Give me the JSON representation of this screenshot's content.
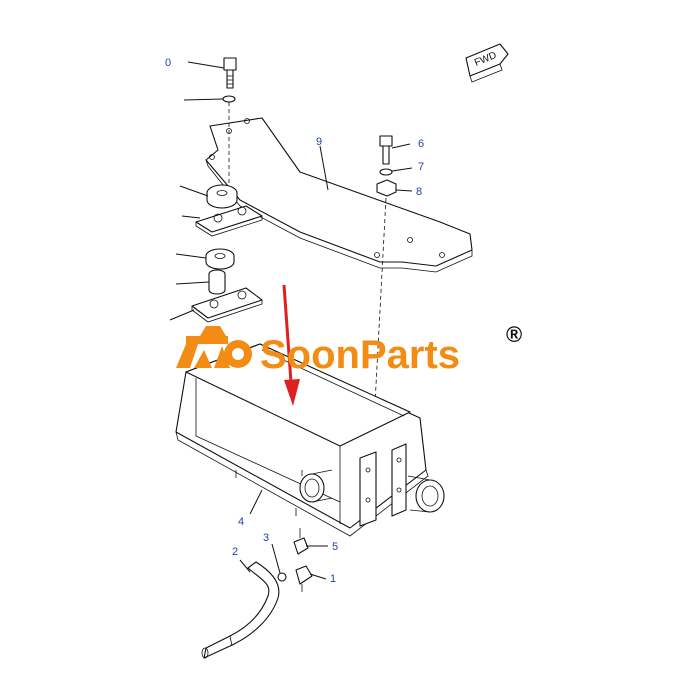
{
  "watermark": {
    "brand_name": "SoonParts",
    "registered_mark": "®",
    "brand_color": "#f28c14"
  },
  "direction_marker": {
    "label": "FWD"
  },
  "callouts": {
    "c0": "0",
    "c1": "1",
    "c2": "2",
    "c3": "3",
    "c4": "4",
    "c5": "5",
    "c6": "6",
    "c7": "7",
    "c8": "8",
    "c9": "9"
  },
  "colors": {
    "callout_number": "#1f3fb0",
    "arrow": "#e02020",
    "line_art": "#111111"
  },
  "icons": {
    "logo": "crane-gear-logo-icon",
    "indicator": "red-down-arrow-icon"
  }
}
